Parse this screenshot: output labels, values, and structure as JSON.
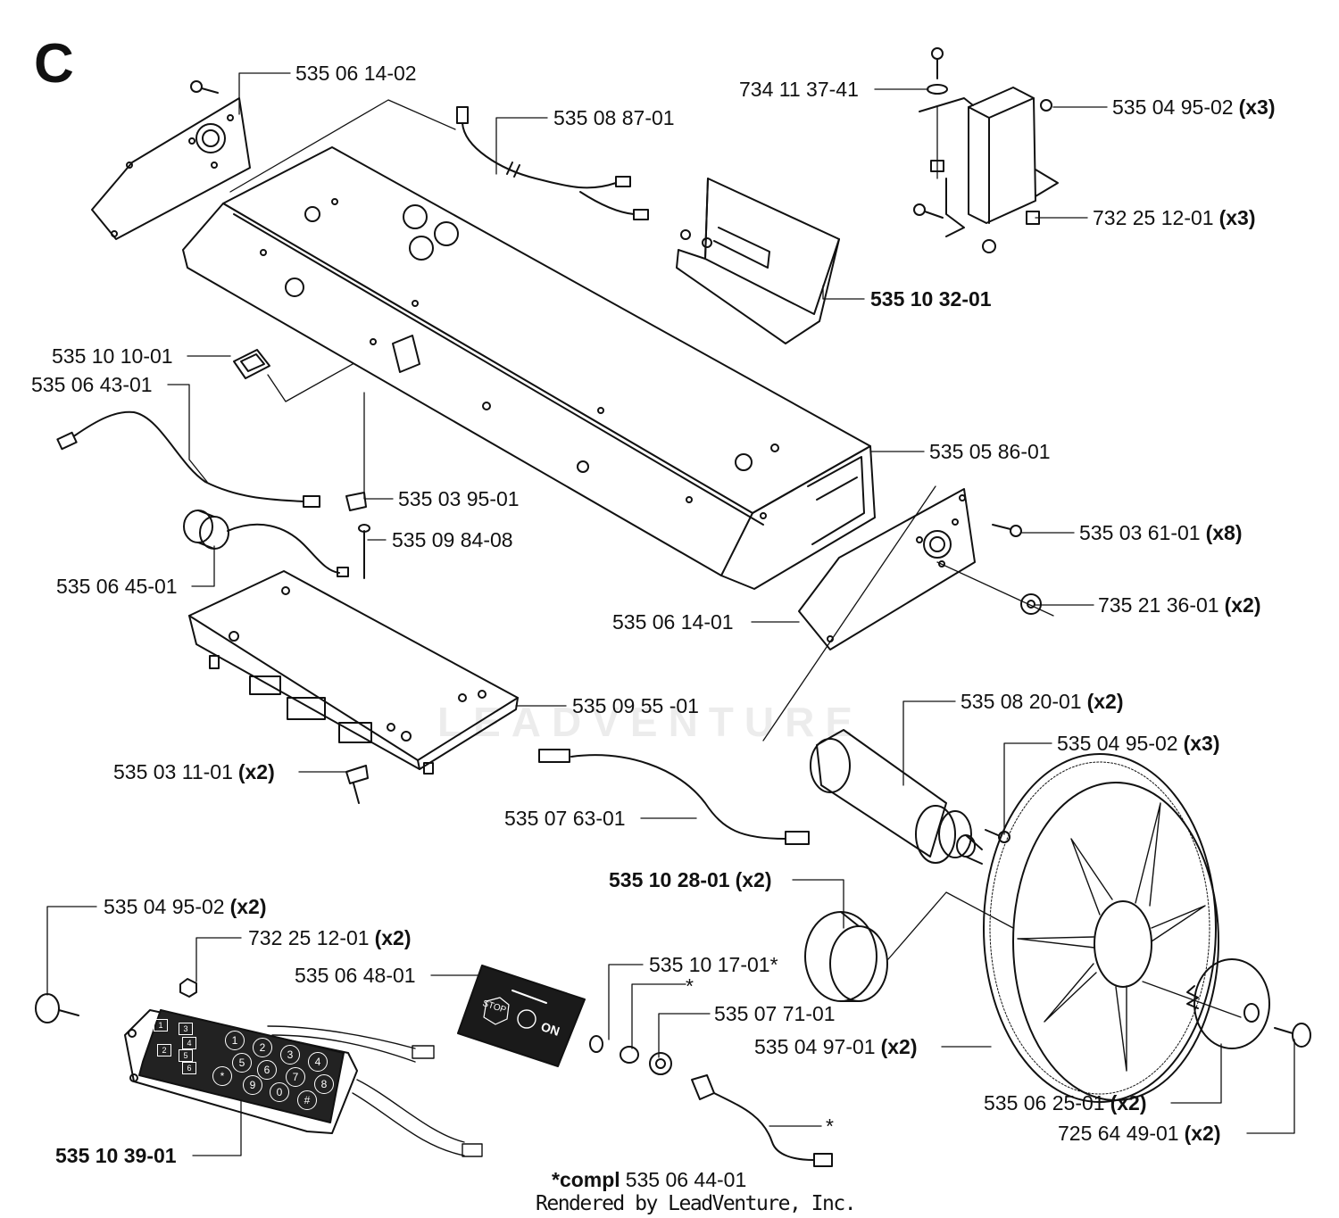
{
  "section_letter": "C",
  "watermark": "LEADVENTURE",
  "footer": {
    "compl_prefix": "*compl",
    "compl_part": "535 06 44-01",
    "credit": "Rendered by LeadVenture, Inc."
  },
  "labels": [
    {
      "id": "l01",
      "part": "535 06 14-02",
      "qty": "",
      "bold": false
    },
    {
      "id": "l02",
      "part": "535 08 87-01",
      "qty": "",
      "bold": false
    },
    {
      "id": "l03",
      "part": "734 11 37-41",
      "qty": "",
      "bold": false
    },
    {
      "id": "l04",
      "part": "535 04 95-02",
      "qty": "(x3)",
      "bold": false
    },
    {
      "id": "l05",
      "part": "732 25 12-01",
      "qty": "(x3)",
      "bold": false
    },
    {
      "id": "l06",
      "part": "535 10 32-01",
      "qty": "",
      "bold": true
    },
    {
      "id": "l07",
      "part": "535 10 10-01",
      "qty": "",
      "bold": false
    },
    {
      "id": "l08",
      "part": "535 06 43-01",
      "qty": "",
      "bold": false
    },
    {
      "id": "l09",
      "part": "535 05 86-01",
      "qty": "",
      "bold": false
    },
    {
      "id": "l10",
      "part": "535 03 95-01",
      "qty": "",
      "bold": false
    },
    {
      "id": "l11",
      "part": "535 09 84-08",
      "qty": "",
      "bold": false
    },
    {
      "id": "l12",
      "part": "535 03 61-01",
      "qty": "(x8)",
      "bold": false
    },
    {
      "id": "l13",
      "part": "535 06 45-01",
      "qty": "",
      "bold": false
    },
    {
      "id": "l14",
      "part": "735 21 36-01",
      "qty": "(x2)",
      "bold": false
    },
    {
      "id": "l15",
      "part": "535 06 14-01",
      "qty": "",
      "bold": false
    },
    {
      "id": "l16",
      "part": "535 08 20-01",
      "qty": "(x2)",
      "bold": false
    },
    {
      "id": "l17",
      "part": "535 09 55 -01",
      "qty": "",
      "bold": false
    },
    {
      "id": "l18",
      "part": "535 04 95-02",
      "qty": "(x3)",
      "bold": false
    },
    {
      "id": "l19",
      "part": "535 03 11-01",
      "qty": "(x2)",
      "bold": false
    },
    {
      "id": "l20",
      "part": "535 07 63-01",
      "qty": "",
      "bold": false
    },
    {
      "id": "l21",
      "part": "535 10 28-01",
      "qty": "(x2)",
      "bold": true
    },
    {
      "id": "l22",
      "part": "535 04 95-02",
      "qty": "(x2)",
      "bold": false
    },
    {
      "id": "l23",
      "part": "732 25 12-01",
      "qty": "(x2)",
      "bold": false
    },
    {
      "id": "l24",
      "part": "535 06 48-01",
      "qty": "",
      "bold": false
    },
    {
      "id": "l25",
      "part": "535 10 17-01*",
      "qty": "",
      "bold": false
    },
    {
      "id": "l26",
      "part": "*",
      "qty": "",
      "bold": false
    },
    {
      "id": "l27",
      "part": "535 07 71-01",
      "qty": "",
      "bold": false
    },
    {
      "id": "l28",
      "part": "535 04 97-01",
      "qty": "(x2)",
      "bold": false
    },
    {
      "id": "l29",
      "part": "535 06 25-01",
      "qty": "(x2)",
      "bold": false
    },
    {
      "id": "l30",
      "part": "725 64 49-01",
      "qty": "(x2)",
      "bold": false
    },
    {
      "id": "l31",
      "part": "535 10 39-01",
      "qty": "",
      "bold": true
    },
    {
      "id": "l32",
      "part": "*",
      "qty": "",
      "bold": false
    }
  ],
  "decal": {
    "stop_text": "STOP",
    "on_text": "ON"
  },
  "keypad": {
    "side_keys": [
      "1",
      "2",
      "3",
      "4",
      "5",
      "6"
    ],
    "keys": [
      "1",
      "2",
      "3",
      "4",
      "5",
      "6",
      "7",
      "8",
      "9",
      "0",
      "*",
      "#"
    ]
  }
}
